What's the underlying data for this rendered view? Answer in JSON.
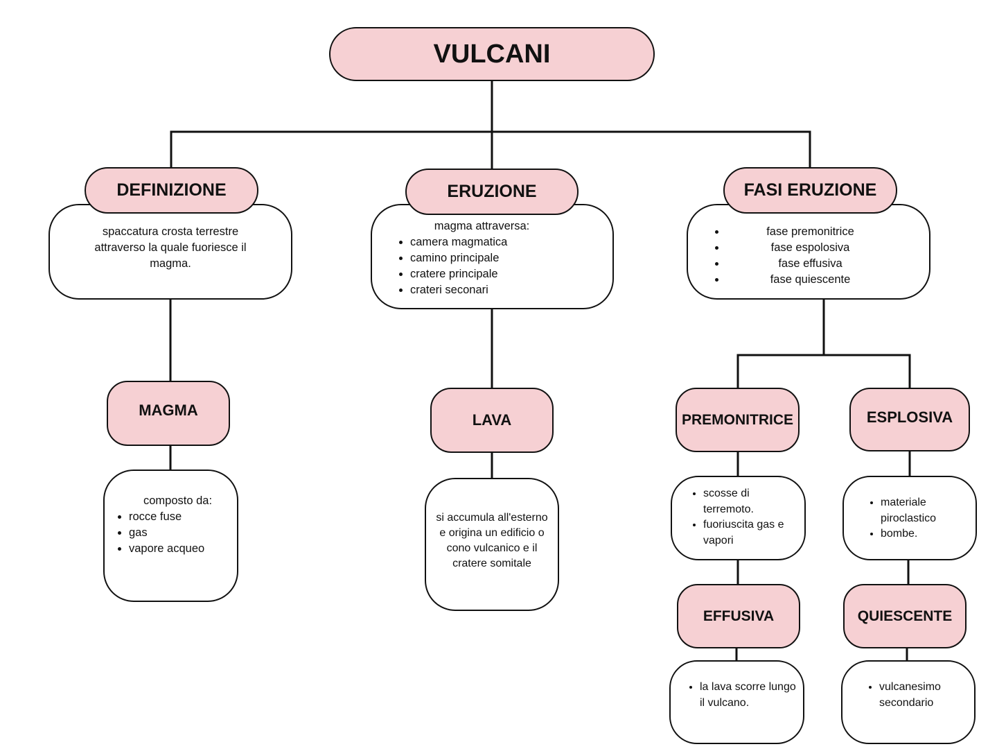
{
  "root": {
    "title": "VULCANI"
  },
  "definizione": {
    "title": "DEFINIZIONE",
    "text": "spaccatura crosta terrestre attraverso la quale fuoriesce il magma."
  },
  "eruzione": {
    "title": "ERUZIONE",
    "intro": "magma attraversa:",
    "items": [
      "camera magmatica",
      "camino principale",
      "cratere principale",
      "crateri seconari"
    ]
  },
  "fasi_eruzione": {
    "title": "FASI ERUZIONE",
    "items": [
      "fase premonitrice",
      "fase espolosiva",
      "fase effusiva",
      "fase quiescente"
    ]
  },
  "magma": {
    "title": "MAGMA",
    "intro": "composto da:",
    "items": [
      "rocce fuse",
      "gas",
      "vapore acqueo"
    ]
  },
  "lava": {
    "title": "LAVA",
    "text": "si accumula all'esterno e origina un edificio o cono vulcanico e il cratere somitale"
  },
  "premonitrice": {
    "title": "PREMONITRICE",
    "items": [
      "scosse di terremoto.",
      "fuoriuscita gas e vapori"
    ]
  },
  "esplosiva": {
    "title": "ESPLOSIVA",
    "items": [
      "materiale piroclastico",
      "bombe."
    ]
  },
  "effusiva": {
    "title": "EFFUSIVA",
    "items": [
      "la lava scorre lungo il vulcano."
    ]
  },
  "quiescente": {
    "title": "QUIESCENTE",
    "items": [
      "vulcanesimo secondario"
    ]
  }
}
